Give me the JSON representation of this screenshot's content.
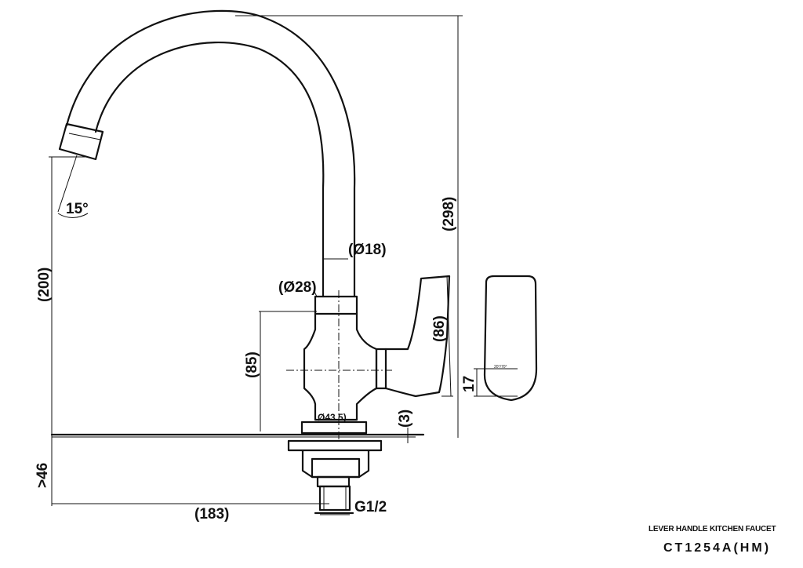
{
  "dimensions": {
    "angle": "15°",
    "height_200": "(200)",
    "height_298": "(298)",
    "dia_18": "(Ø18)",
    "dia_28": "(Ø28)",
    "height_85": "(85)",
    "handle_86": "(86)",
    "base_dia": "Ø43.5)",
    "gap_3": "(3)",
    "handle_17": "17",
    "thread_46": ">46",
    "reach_183": "(183)",
    "thread_size": "G1/2",
    "handle_angle_note": "20°/70°"
  },
  "title_block": {
    "line1": "LEVER HANDLE  KITCHEN FAUCET",
    "line2": "CT1254A(HM)"
  }
}
